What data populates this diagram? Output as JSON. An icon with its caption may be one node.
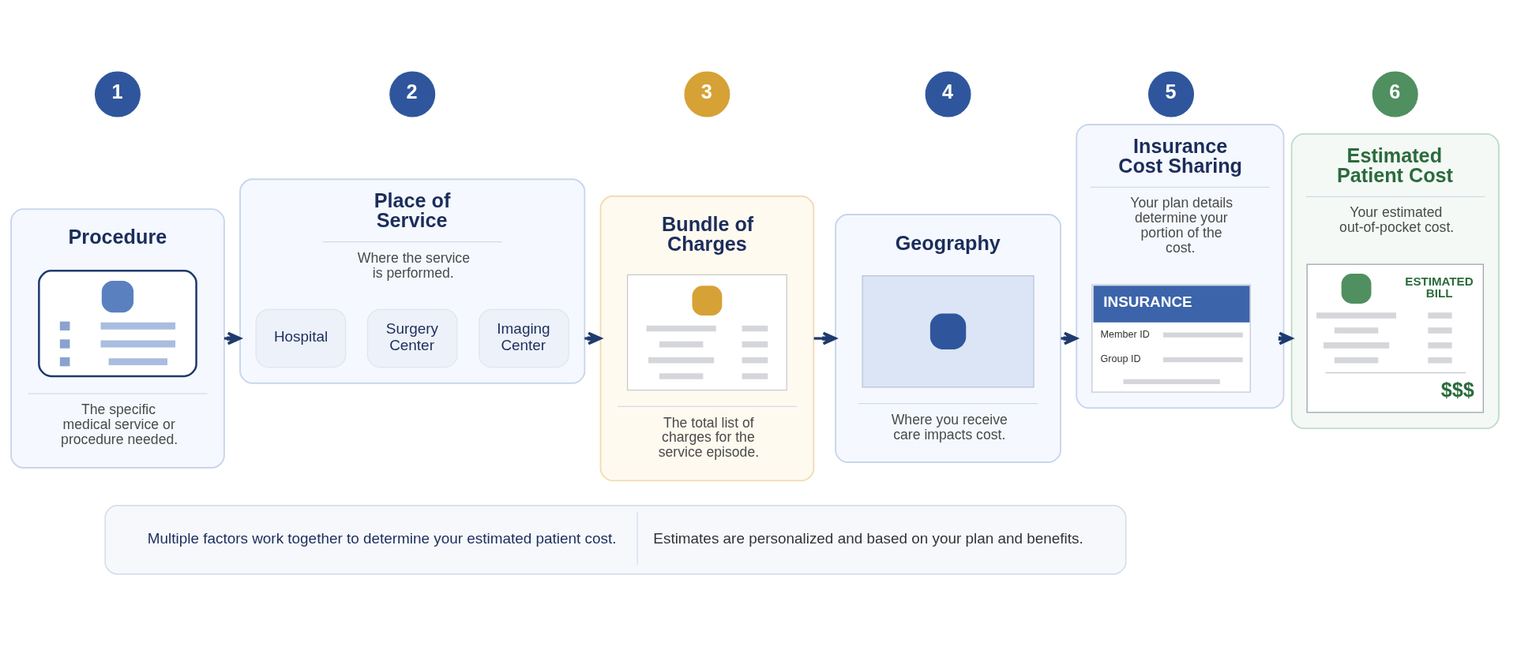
{
  "diagram": {
    "nodes": [
      {
        "text": [
          "1"
        ]
      },
      {
        "text": [
          "Procedure",
          "The specific medical service or procedure needed."
        ]
      },
      {
        "text": [
          "2"
        ]
      },
      {
        "text": [
          "Place of Service",
          "Where the service is performed."
        ]
      },
      {
        "text": [
          "Hospital"
        ],
        "in": 3
      },
      {
        "text": [
          "Surgery Center"
        ],
        "in": 3
      },
      {
        "text": [
          "Imaging Center"
        ],
        "in": 3
      },
      {
        "text": [
          "3"
        ]
      },
      {
        "text": [
          "Bundle of Charges",
          "The total list of charges for the service episode."
        ]
      },
      {
        "text": [
          "4"
        ]
      },
      {
        "text": [
          "Geography",
          "Where you receive care impacts cost."
        ]
      },
      {
        "text": [
          "5"
        ]
      },
      {
        "text": [
          "Insurance Cost Sharing",
          "Your plan details determine your portion of the cost."
        ]
      },
      {
        "text": [
          "INSURANCE",
          "Member ID",
          "Group ID"
        ],
        "in": 12
      },
      {
        "text": [
          "6"
        ]
      },
      {
        "text": [
          "Estimated Patient Cost",
          "Your estimated out-of-pocket cost."
        ]
      },
      {
        "text": [
          "ESTIMATED BILL",
          "$$$"
        ],
        "in": 15
      },
      {
        "text": [
          "Multiple factors work together to determine your estimated patient cost.",
          "Estimates are personalized and based on your plan and benefits."
        ]
      }
    ],
    "edges": [
      {
        "from": 1,
        "to": 3,
        "arrow": "to"
      },
      {
        "from": 3,
        "to": 8,
        "arrow": "to"
      },
      {
        "from": 8,
        "to": 10,
        "arrow": "to"
      },
      {
        "from": 10,
        "to": 12,
        "arrow": "to"
      },
      {
        "from": 12,
        "to": 15,
        "arrow": "to"
      }
    ]
  }
}
